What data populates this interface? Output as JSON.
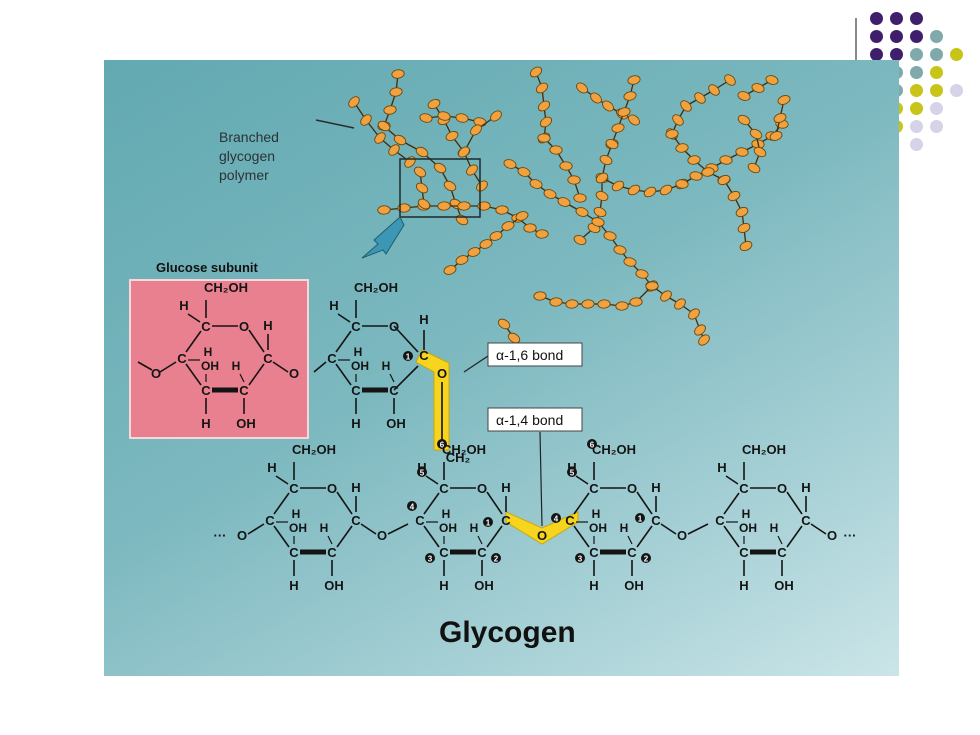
{
  "labels": {
    "branched": [
      "Branched",
      "glycogen",
      "polymer"
    ],
    "glucose_subunit": "Glucose subunit",
    "bond16": "α-1,6 bond",
    "bond14": "α-1,4 bond",
    "title": "Glycogen",
    "ch2oh": "CH₂OH",
    "ch2": "CH₂",
    "oh": "OH",
    "h": "H",
    "c": "C",
    "o": "O",
    "dots": "···"
  },
  "colors": {
    "bg_top": "#62a9b1",
    "bead": "#f1a23e",
    "bead_stroke": "#6a4a12",
    "glucose_box": "#e8808f",
    "bond_highlight": "#f7d51e",
    "arrow": "#3b97b3",
    "dot_purple": "#3f1f6b",
    "dot_teal": "#7fa9aa",
    "dot_olive": "#c9c419",
    "dot_lavender": "#d6d3e8"
  },
  "corner_dots": [
    [
      "dot_purple",
      "dot_purple",
      "dot_purple",
      null,
      null
    ],
    [
      "dot_purple",
      "dot_purple",
      "dot_purple",
      "dot_teal",
      null
    ],
    [
      "dot_purple",
      "dot_purple",
      "dot_teal",
      "dot_teal",
      "dot_olive"
    ],
    [
      "dot_purple",
      "dot_teal",
      "dot_teal",
      "dot_olive",
      null
    ],
    [
      "dot_teal",
      "dot_teal",
      "dot_olive",
      "dot_olive",
      "dot_lavender"
    ],
    [
      "dot_teal",
      "dot_olive",
      "dot_olive",
      "dot_lavender",
      null
    ],
    [
      "dot_olive",
      "dot_olive",
      "dot_lavender",
      "dot_lavender",
      null
    ],
    [
      "dot_lavender",
      null,
      "dot_lavender",
      null,
      null
    ]
  ]
}
